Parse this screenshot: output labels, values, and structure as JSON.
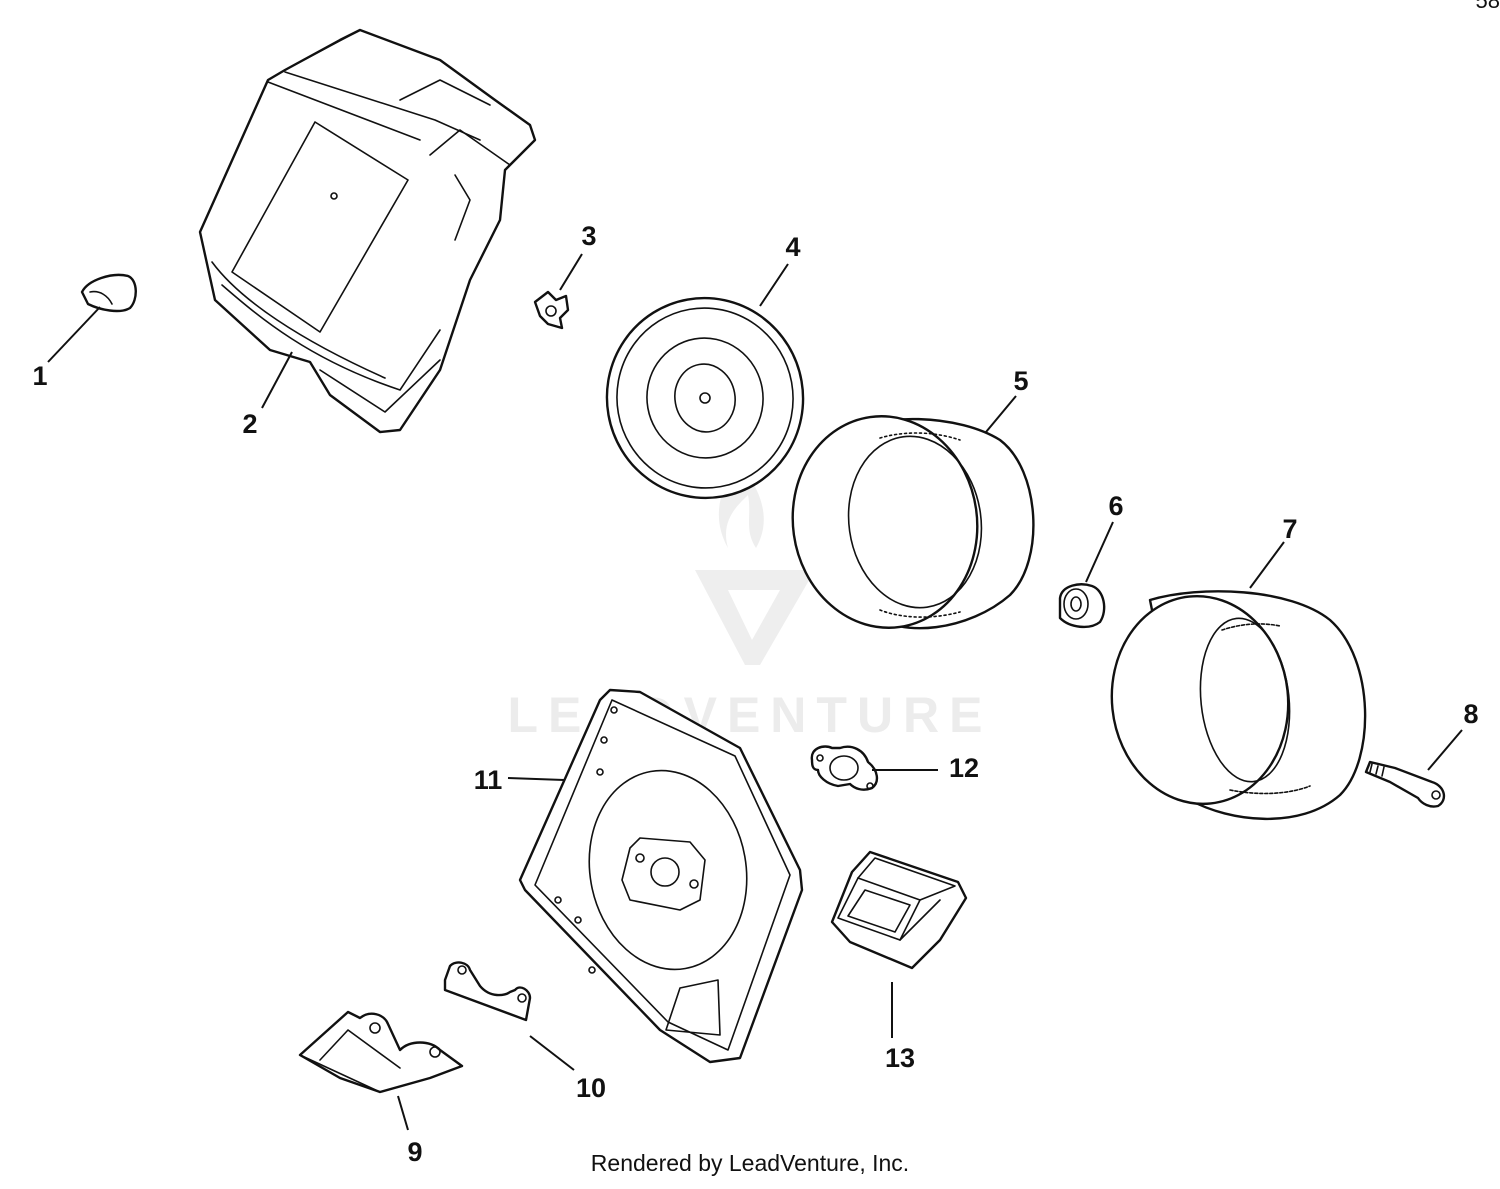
{
  "diagram": {
    "corner_id": "58",
    "watermark": "LEADVENTURE",
    "footer": "Rendered by LeadVenture, Inc.",
    "callouts": [
      "1",
      "2",
      "3",
      "4",
      "5",
      "6",
      "7",
      "8",
      "9",
      "10",
      "11",
      "12",
      "13"
    ],
    "watermark_logo_icon": "leadventure-logo-icon"
  }
}
